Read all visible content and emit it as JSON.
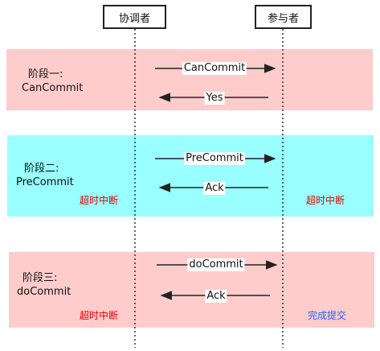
{
  "actors": {
    "coordinator": "协调者",
    "participant": "参与者"
  },
  "phases": [
    {
      "label_line1": "阶段一:",
      "label_line2": "CanCommit",
      "request": "CanCommit",
      "response": "Yes",
      "coordinator_note": "",
      "participant_note": "",
      "color": "#ffcccc"
    },
    {
      "label_line1": "阶段二:",
      "label_line2": "PreCommit",
      "request": "PreCommit",
      "response": "Ack",
      "coordinator_note": "超时中断",
      "participant_note": "超时中断",
      "color": "#99ffff"
    },
    {
      "label_line1": "阶段三:",
      "label_line2": "doCommit",
      "request": "doCommit",
      "response": "Ack",
      "coordinator_note": "超时中断",
      "participant_note": "完成提交",
      "color": "#ffcccc"
    }
  ],
  "colors": {
    "timeout_note": "#e00000",
    "complete_note": "#1f66ff"
  }
}
